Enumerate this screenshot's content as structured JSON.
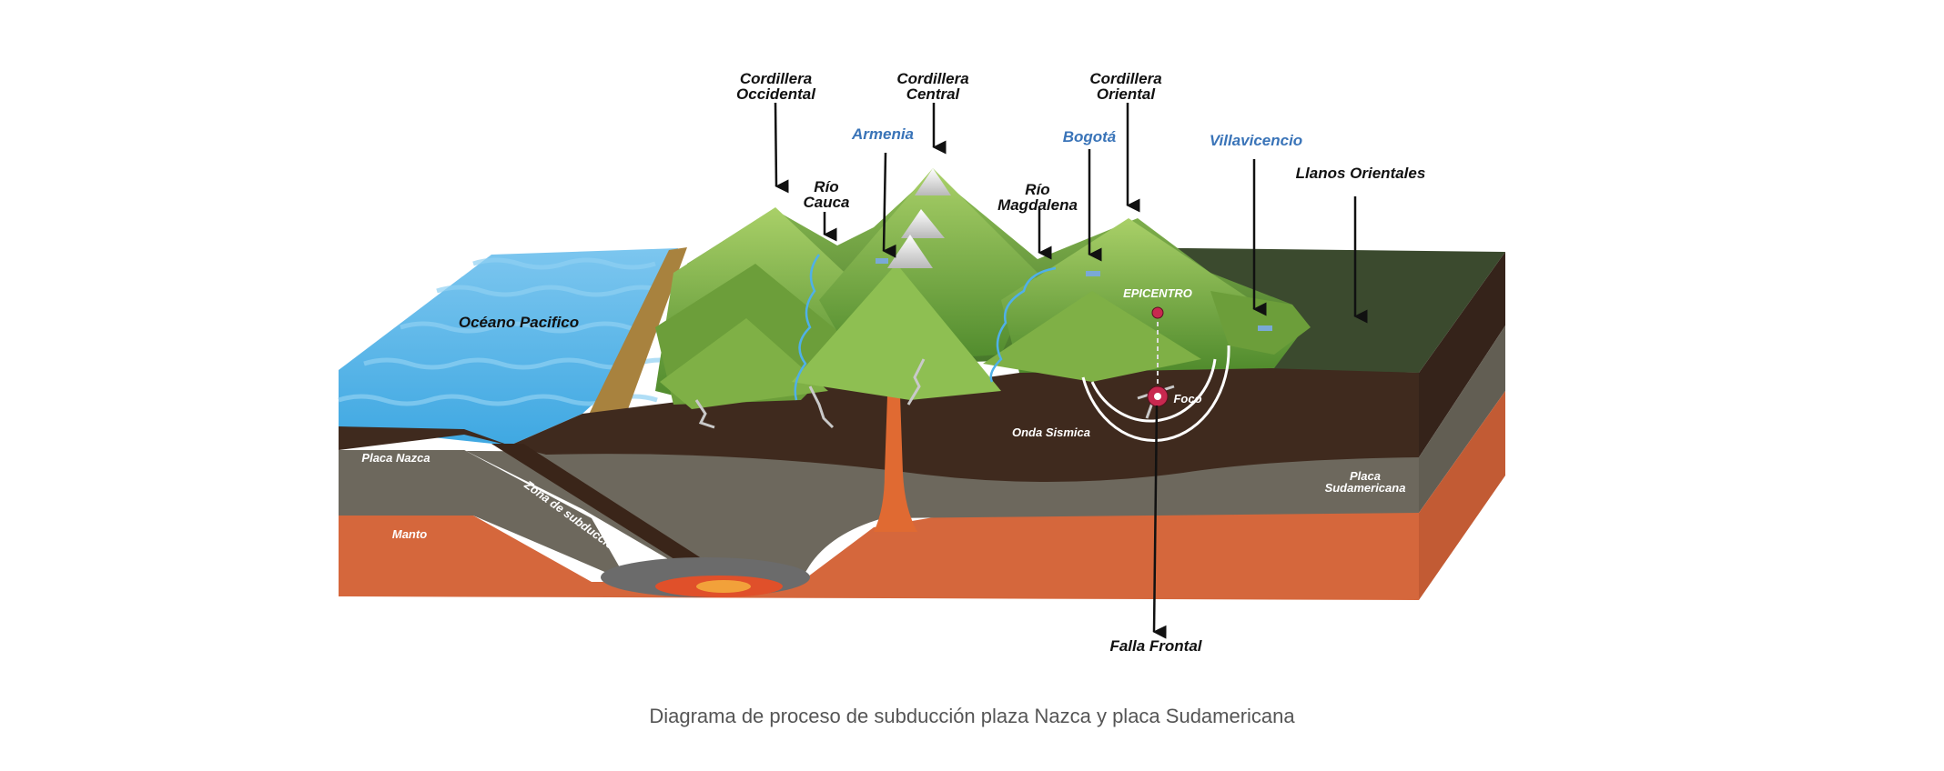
{
  "caption": "Diagrama de proceso de subducción plaza Nazca y placa Sudamericana",
  "colors": {
    "ocean": "#55b2e6",
    "ocean_light": "#8fd0f2",
    "mountain_green": "#6fa53c",
    "mountain_light": "#a9d068",
    "plains_dark_green": "#3b4a2e",
    "crust_brown": "#3f2a1e",
    "plate_grey": "#6d685d",
    "mantle_orange": "#d5673c",
    "magma": "#e06a32",
    "city_blue": "#3a74b8",
    "epicenter_red": "#c8284f"
  },
  "labels": {
    "cordillera_occidental": [
      "Cordillera",
      "Occidental"
    ],
    "cordillera_central": [
      "Cordillera",
      "Central"
    ],
    "cordillera_oriental": [
      "Cordillera",
      "Oriental"
    ],
    "rio_cauca": [
      "Río",
      "Cauca"
    ],
    "rio_magdalena": [
      "Río",
      "Magdalena"
    ],
    "armenia": "Armenia",
    "bogota": "Bogotá",
    "villavicencio": "Villavicencio",
    "llanos_orientales": "Llanos Orientales",
    "oceano_pacifico": "Océano Pacifico",
    "epicentro": "EPICENTRO",
    "foco": "Foco",
    "onda_sismica": "Onda Sismica",
    "placa_nazca": "Placa Nazca",
    "zona_subduccion": "Zona de subducción",
    "manto": "Manto",
    "placa_sudamericana": [
      "Placa",
      "Sudamericana"
    ],
    "falla_frontal": "Falla Frontal"
  }
}
